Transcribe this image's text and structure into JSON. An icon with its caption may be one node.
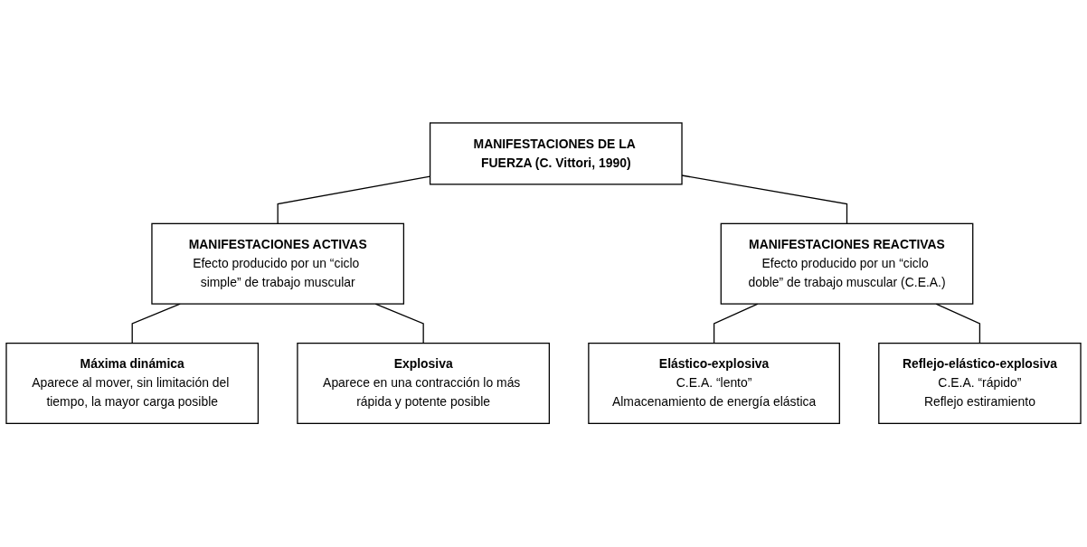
{
  "diagram": {
    "nodes": [
      {
        "text": [
          "MANIFESTACIONES DE LA FUERZA (C. Vittori, 1990)"
        ]
      },
      {
        "text": [
          "MANIFESTACIONES ACTIVAS",
          "Efecto producido por un “ciclo simple” de trabajo muscular"
        ]
      },
      {
        "text": [
          "MANIFESTACIONES REACTIVAS",
          "Efecto producido por un “ciclo doble” de trabajo muscular (C.E.A.)"
        ]
      },
      {
        "text": [
          "Máxima dinámica",
          "Aparece al mover, sin limitación del tiempo, la mayor carga posible"
        ]
      },
      {
        "text": [
          "Explosiva",
          "Aparece en una contracción lo más rápida y potente posible"
        ]
      },
      {
        "text": [
          "Elástico-explosiva",
          "C.E.A. “lento”",
          "Almacenamiento de energía elástica"
        ]
      },
      {
        "text": [
          "Reflejo-elástico-explosiva",
          "C.E.A. “rápido”",
          "Reflejo estiramiento"
        ]
      }
    ],
    "edges": [
      {
        "from": 0,
        "to": 1,
        "arrow": "none"
      },
      {
        "from": 0,
        "to": 2,
        "arrow": "none"
      },
      {
        "from": 1,
        "to": 3,
        "arrow": "none"
      },
      {
        "from": 1,
        "to": 4,
        "arrow": "none"
      },
      {
        "from": 2,
        "to": 5,
        "arrow": "none"
      },
      {
        "from": 2,
        "to": 6,
        "arrow": "none"
      }
    ]
  }
}
